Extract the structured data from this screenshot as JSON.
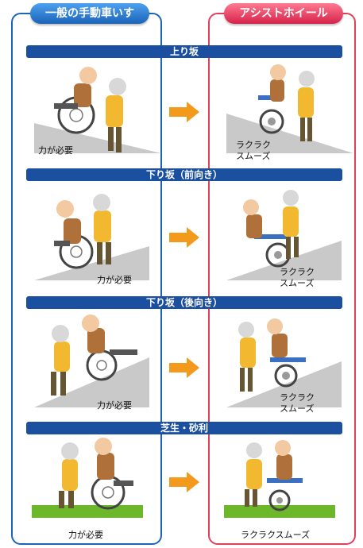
{
  "header": {
    "left_title": "一般の手動車いす",
    "right_title": "アシストホイール"
  },
  "colors": {
    "blue": "#1b64b8",
    "navy_bar": "#1b4fa0",
    "red": "#e0405a",
    "arrow": "#f39a1c",
    "grass": "#6cb82a"
  },
  "sections": [
    {
      "title": "上り坂",
      "left_caption": "力が必要",
      "right_caption": "ラクラク\nスムーズ"
    },
    {
      "title": "下り坂（前向き）",
      "left_caption": "力が必要",
      "right_caption": "ラクラク\nスムーズ"
    },
    {
      "title": "下り坂（後向き）",
      "left_caption": "力が必要",
      "right_caption": "ラクラク\nスムーズ"
    },
    {
      "title": "芝生・砂利",
      "left_caption": "力が必要",
      "right_caption": "ラクラクスムーズ"
    }
  ],
  "icons": {
    "arrow": "right-arrow-icon"
  }
}
